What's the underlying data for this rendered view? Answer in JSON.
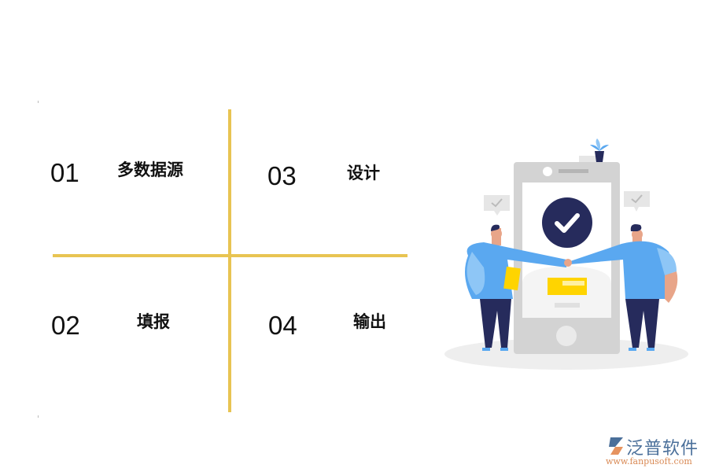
{
  "quadrants": [
    {
      "number": "01",
      "label": "多数据源"
    },
    {
      "number": "02",
      "label": "填报"
    },
    {
      "number": "03",
      "label": "设计"
    },
    {
      "number": "04",
      "label": "输出"
    }
  ],
  "colors": {
    "divider": "#E8C452",
    "text": "#111111",
    "navy": "#262B5C",
    "blue": "#5AA8F0",
    "yellow": "#FFD400",
    "phone_gray": "#D3D3D3"
  },
  "illustration": {
    "icon": "check-circle-icon",
    "description": "two people fist bump in front of phone"
  },
  "logo": {
    "name": "泛普软件",
    "url": "www.fanpusoft.com"
  }
}
